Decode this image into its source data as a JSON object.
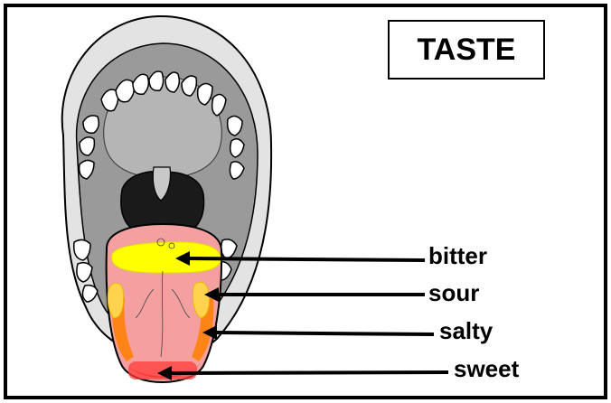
{
  "title": "TASTE",
  "labels": {
    "bitter": "bitter",
    "sour": "sour",
    "salty": "salty",
    "sweet": "sweet"
  },
  "colors": {
    "bitter_zone": "#ffff00",
    "sour_zone": "#ffd966",
    "salty_zone": "#ff7f00",
    "sweet_zone": "#ff2a2a",
    "tongue": "#f5a0a0",
    "mouth_dark": "#1a1a1a",
    "lips": "#dcdcdc",
    "palate": "#a9a9a9"
  }
}
